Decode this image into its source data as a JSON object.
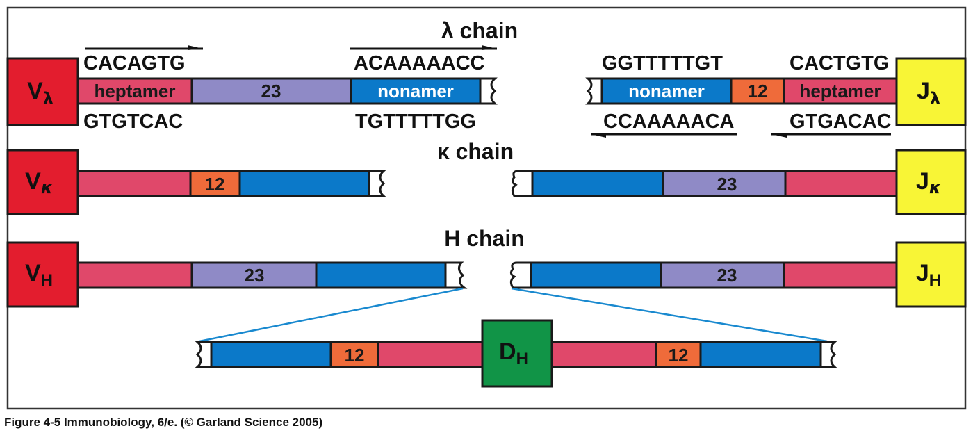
{
  "colors": {
    "heptamer": "#e0486a",
    "spacer_23": "#8f8ac6",
    "spacer_12": "#ef6b3a",
    "nonamer": "#0b79c9",
    "v_segment": "#e31d2e",
    "j_segment": "#f8f536",
    "d_segment": "#119447",
    "outline": "#1a1a1a",
    "connector": "#1989cf",
    "frame": "#333333"
  },
  "labels": {
    "lambda_chain": "λ chain",
    "kappa_chain": "κ chain",
    "h_chain": "H chain",
    "heptamer": "heptamer",
    "nonamer": "nonamer",
    "spacer_23": "23",
    "spacer_12": "12"
  },
  "segments": {
    "v_lambda": {
      "letter": "V",
      "sub": "λ"
    },
    "j_lambda": {
      "letter": "J",
      "sub": "λ"
    },
    "v_kappa": {
      "letter": "V",
      "sub": "κ"
    },
    "j_kappa": {
      "letter": "J",
      "sub": "κ"
    },
    "v_h": {
      "letter": "V",
      "sub": "H"
    },
    "j_h": {
      "letter": "J",
      "sub": "H"
    },
    "d_h": {
      "letter": "D",
      "sub": "H"
    }
  },
  "sequences": {
    "v_heptamer_top": "CACAGTG",
    "v_heptamer_bottom": "GTGTCAC",
    "v_nonamer_top": "ACAAAAACC",
    "v_nonamer_bottom": "TGTTTTTGG",
    "j_nonamer_top": "GGTTTTTGT",
    "j_nonamer_bottom": "CCAAAAACA",
    "j_heptamer_top": "CACTGTG",
    "j_heptamer_bottom": "GTGACAC"
  },
  "caption": "Figure 4-5  Immunobiology, 6/e. (© Garland Science 2005)"
}
